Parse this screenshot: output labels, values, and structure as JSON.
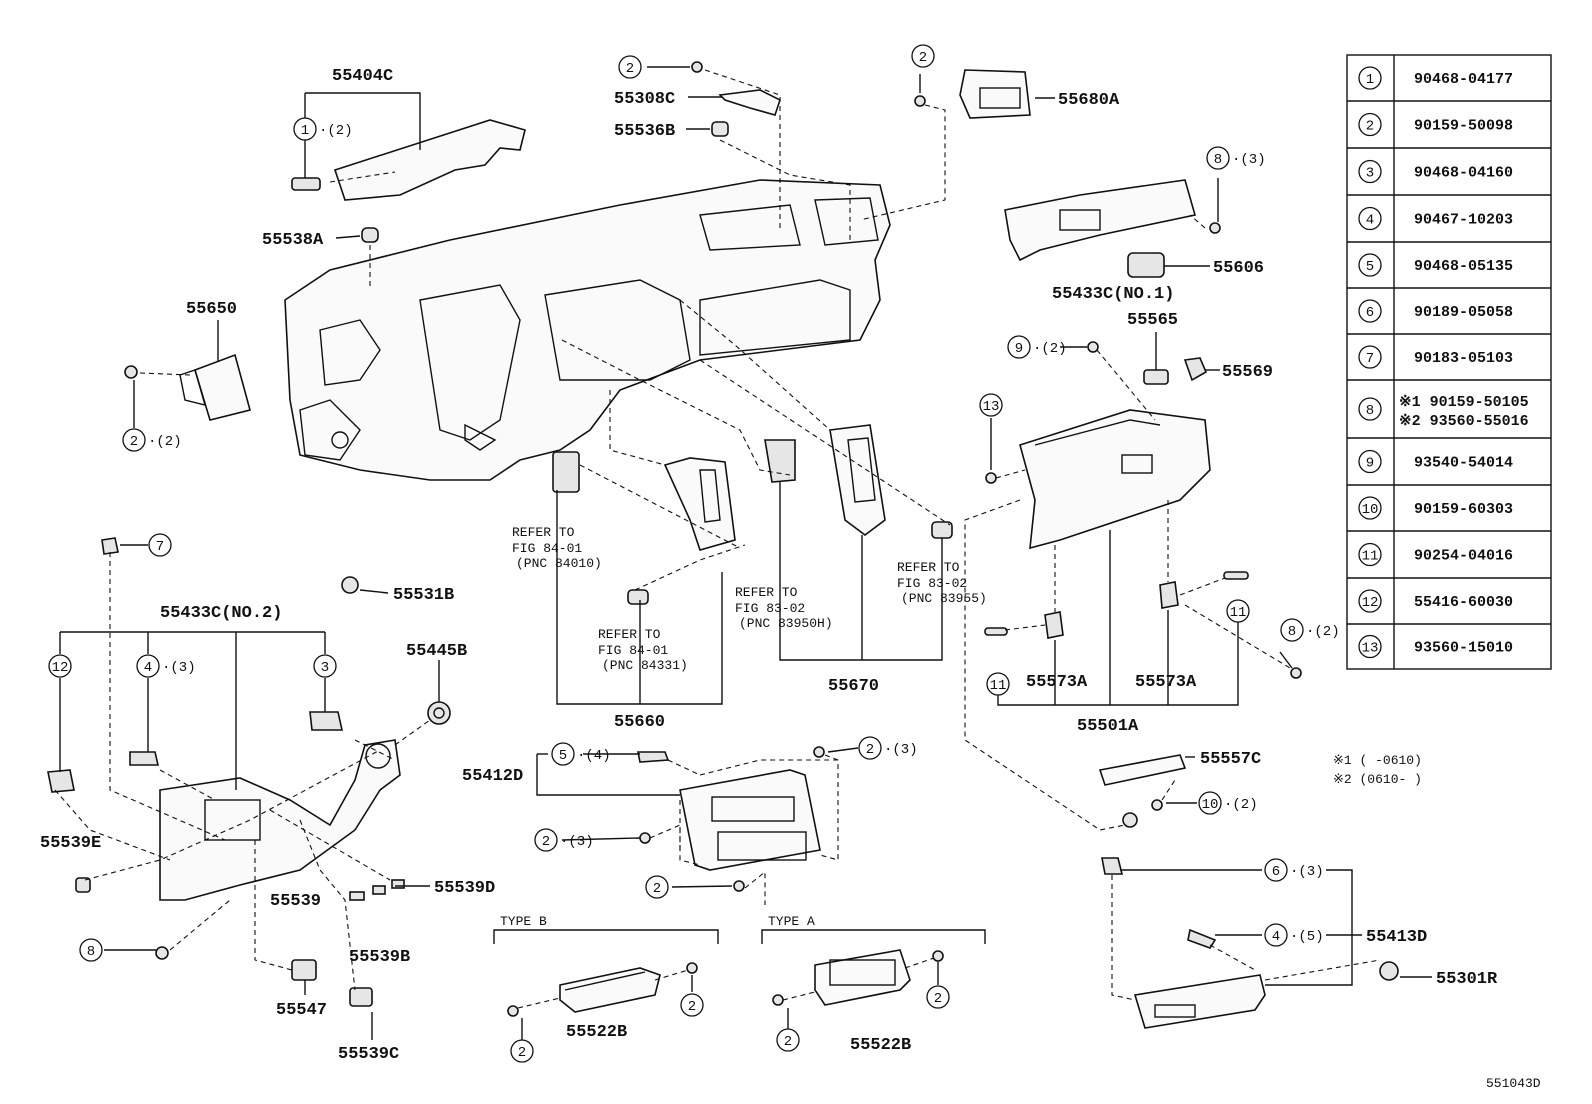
{
  "part_labels": {
    "p55404C": "55404C",
    "p55308C": "55308C",
    "p55536B": "55536B",
    "p55680A": "55680A",
    "p55538A": "55538A",
    "p55650": "55650",
    "p55433C_no1": "55433C(NO.1)",
    "p55606": "55606",
    "p55565": "55565",
    "p55569": "55569",
    "p55531B": "55531B",
    "p55433C_no2": "55433C(NO.2)",
    "p55445B": "55445B",
    "p55660": "55660",
    "p55670": "55670",
    "p55573A_l": "55573A",
    "p55573A_r": "55573A",
    "p55501A": "55501A",
    "p55557C": "55557C",
    "p55412D": "55412D",
    "p55539E": "55539E",
    "p55539": "55539",
    "p55539D": "55539D",
    "p55539B": "55539B",
    "p55547": "55547",
    "p55539C": "55539C",
    "p55413D": "55413D",
    "p55301R": "55301R",
    "p55522B_b": "55522B",
    "p55522B_a": "55522B"
  },
  "qty_labels": {
    "q_2a": "·(2)",
    "q_2b": "·(2)",
    "q_3a": "·(3)",
    "q_2c": "·(2)",
    "q_3b": "·(3)",
    "q_2d": "·(2)",
    "q_4": "·(4)",
    "q_3c": "·(3)",
    "q_3d": "·(3)",
    "q_2e": "·(2)",
    "q_3e": "·(3)",
    "q_5": "·(5)"
  },
  "refs": {
    "r1": [
      "REFER TO",
      "FIG 84-01",
      "(PNC 84010)"
    ],
    "r2": [
      "REFER TO",
      "FIG 84-01",
      "(PNC 84331)"
    ],
    "r3": [
      "REFER TO",
      "FIG 83-02",
      "(PNC 83950H)"
    ],
    "r4": [
      "REFER TO",
      "FIG 83-02",
      "(PNC 83955)"
    ]
  },
  "type_labels": {
    "type_b": "TYPE B",
    "type_a": "TYPE A"
  },
  "notes": {
    "n1": "※1 (      -0610)",
    "n2": "※2 (0610-      )"
  },
  "figure_id": "551043D",
  "parts_table": [
    {
      "no": "1",
      "code": "90468-04177"
    },
    {
      "no": "2",
      "code": "90159-50098"
    },
    {
      "no": "3",
      "code": "90468-04160"
    },
    {
      "no": "4",
      "code": "90467-10203"
    },
    {
      "no": "5",
      "code": "90468-05135"
    },
    {
      "no": "6",
      "code": "90189-05058"
    },
    {
      "no": "7",
      "code": "90183-05103"
    },
    {
      "no": "8",
      "code": "※1 90159-50105",
      "code2": "※2 93560-55016"
    },
    {
      "no": "9",
      "code": "93540-54014"
    },
    {
      "no": "10",
      "code": "90159-60303"
    },
    {
      "no": "11",
      "code": "90254-04016"
    },
    {
      "no": "12",
      "code": "55416-60030"
    },
    {
      "no": "13",
      "code": "93560-15010"
    }
  ]
}
